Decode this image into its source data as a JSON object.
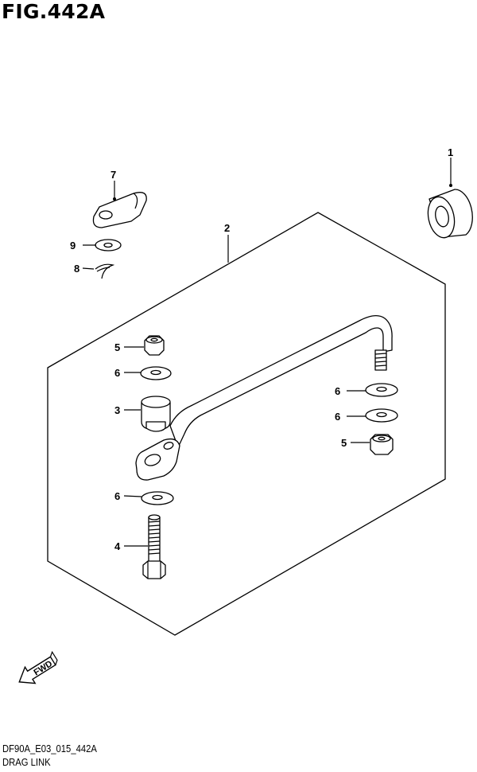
{
  "figure": {
    "title": "FIG.442A",
    "code": "DF90A_E03_015_442A",
    "name": "DRAG LINK"
  },
  "callouts": {
    "c1": "1",
    "c2": "2",
    "c3": "3",
    "c4": "4",
    "c5a": "5",
    "c5b": "5",
    "c6a": "6",
    "c6b": "6",
    "c6c": "6",
    "c6d": "6",
    "c7": "7",
    "c8": "8",
    "c9": "9"
  },
  "direction_arrow": {
    "label": "FWD"
  }
}
